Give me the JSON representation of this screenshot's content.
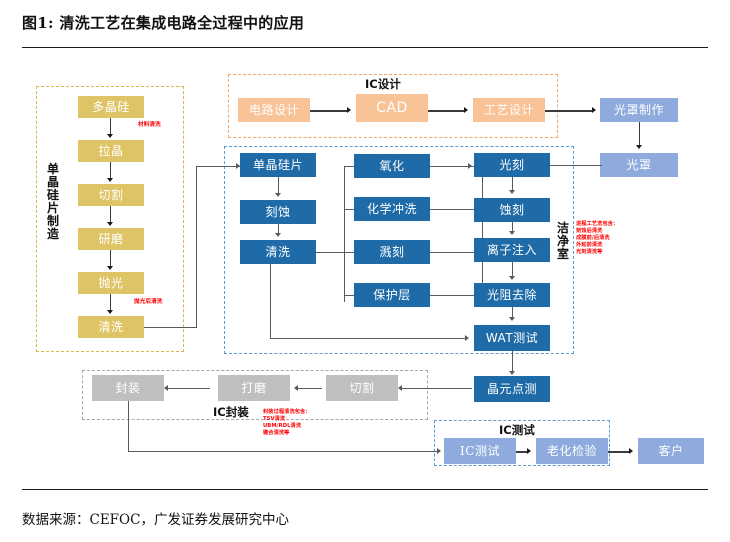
{
  "header": {
    "title": "图1: 清洗工艺在集成电路全过程中的应用"
  },
  "footer": {
    "source": "数据来源：CEFOC，广发证券发展研究中心"
  },
  "groups": {
    "wafer_mfg_label": "单晶硅片制造",
    "ic_design_label": "IC设计",
    "cleanroom_label": "洁净室",
    "ic_package_label": "IC封装",
    "ic_test_label": "IC测试"
  },
  "wafer_mfg": {
    "steps": [
      {
        "label": "多晶硅"
      },
      {
        "label": "拉晶"
      },
      {
        "label": "切割"
      },
      {
        "label": "研磨"
      },
      {
        "label": "抛光"
      },
      {
        "label": "清洗"
      }
    ]
  },
  "ic_design": {
    "steps": [
      {
        "label": "电路设计"
      },
      {
        "label": "CAD"
      },
      {
        "label": "工艺设计"
      }
    ]
  },
  "mask": {
    "make": "光罩制作",
    "mask": "光罩"
  },
  "fab": {
    "prep": [
      {
        "label": "单晶硅片"
      },
      {
        "label": "刻蚀"
      },
      {
        "label": "清洗"
      }
    ],
    "branches": [
      {
        "label": "氧化"
      },
      {
        "label": "化学冲洗"
      },
      {
        "label": "溅刻"
      },
      {
        "label": "保护层"
      }
    ],
    "litho_chain": [
      {
        "label": "光刻"
      },
      {
        "label": "蚀刻"
      },
      {
        "label": "离子注入"
      },
      {
        "label": "光阻去除"
      },
      {
        "label": "WAT测试"
      }
    ],
    "probe": "晶元点测"
  },
  "packaging": {
    "steps": [
      {
        "label": "封装"
      },
      {
        "label": "打磨"
      },
      {
        "label": "切割"
      }
    ]
  },
  "testing": {
    "steps": [
      {
        "label": "IC测试"
      },
      {
        "label": "老化检验"
      }
    ],
    "customer": "客户"
  },
  "annotations": {
    "material_clean": "材料清洗",
    "post_polish_clean": "抛光后清洗",
    "fab_clean": [
      "进程工艺洗包含：",
      "刻蚀后清洗",
      "成膜前/后清洗",
      "外延前清洗",
      "光刻清洗等"
    ],
    "package_clean": [
      "封装过程清洗包含：",
      "TSV清洗",
      "UBM/RDL清洗",
      "键合清洗等"
    ]
  },
  "colors": {
    "gold": "#DFC466",
    "orange": "#F8C396",
    "blue": "#1F6BA8",
    "light_blue": "#8FAADC",
    "gray": "#BFBFBF",
    "red": "#FF0000",
    "line": "#5A5A5A"
  }
}
